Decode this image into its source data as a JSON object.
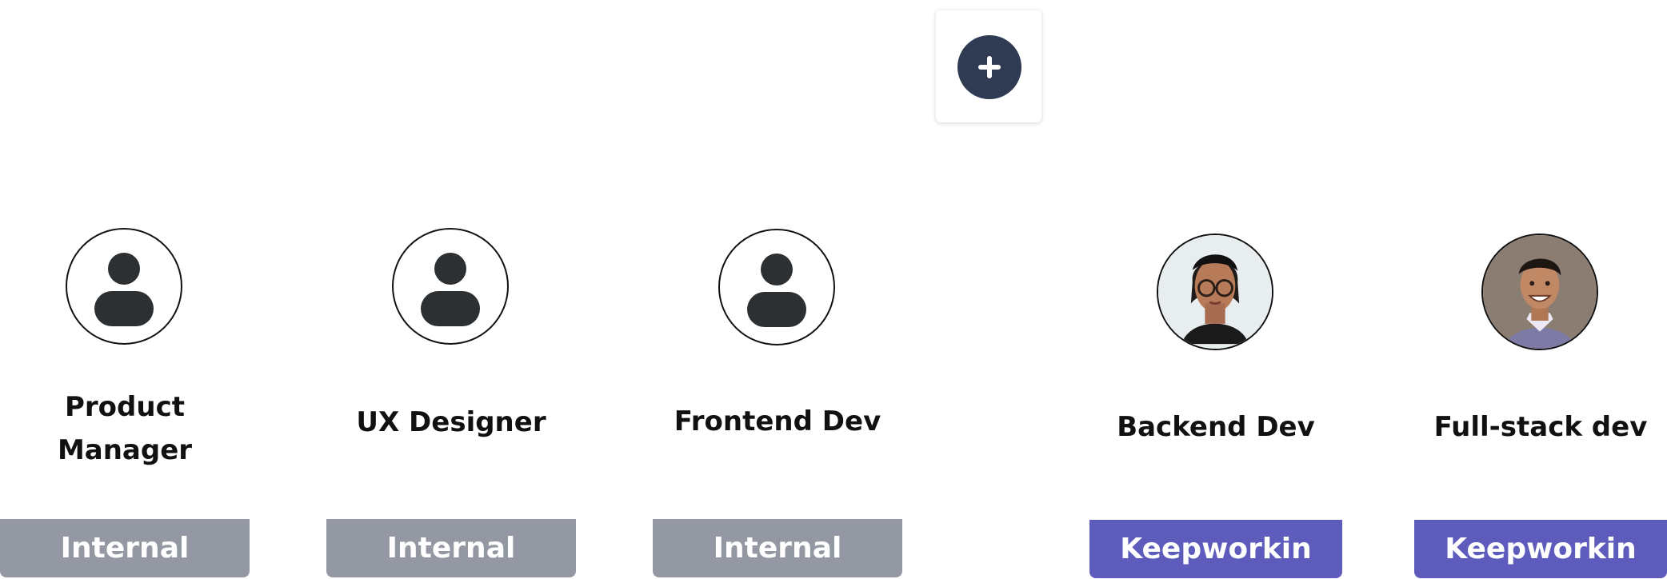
{
  "add_button": {
    "icon": "plus-icon",
    "color": "#2f3b52"
  },
  "cards": [
    {
      "role": "Product\nManager",
      "tag": "Internal",
      "avatar": "person-icon",
      "tag_color": "#9398a2"
    },
    {
      "role": "UX Designer",
      "tag": "Internal",
      "avatar": "person-icon",
      "tag_color": "#9398a2"
    },
    {
      "role": "Frontend Dev",
      "tag": "Internal",
      "avatar": "person-icon",
      "tag_color": "#9398a2"
    },
    {
      "role": "Backend Dev",
      "tag": "Keepworkin",
      "avatar": "photo-woman-glasses",
      "tag_color": "#5d5cbd"
    },
    {
      "role": "Full-stack dev",
      "tag": "Keepworkin",
      "avatar": "photo-man-smiling",
      "tag_color": "#5d5cbd"
    }
  ]
}
